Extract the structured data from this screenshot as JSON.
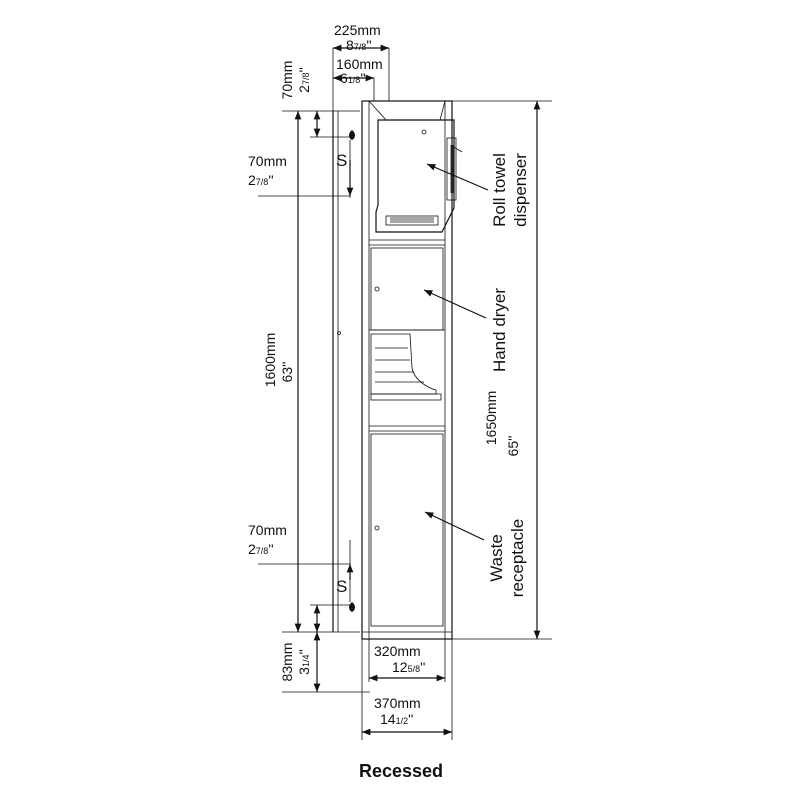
{
  "caption": "Recessed",
  "dimensions": {
    "depth_total": {
      "mm": "225mm",
      "in_whole": "8",
      "in_frac": "7/8",
      "in_mark": "''"
    },
    "depth_inner": {
      "mm": "160mm",
      "in_whole": "6",
      "in_frac": "1/8",
      "in_mark": "''"
    },
    "top_offset": {
      "mm": "70mm",
      "in_whole": "2",
      "in_frac": "7/8",
      "in_mark": "''"
    },
    "upper_anchor": {
      "mm": "70mm",
      "in_whole": "2",
      "in_frac": "7/8",
      "in_mark": "''"
    },
    "height_inner": {
      "mm": "1600mm",
      "in": "63''"
    },
    "lower_anchor": {
      "mm": "70mm",
      "in_whole": "2",
      "in_frac": "7/8",
      "in_mark": "''"
    },
    "bottom_offset": {
      "mm": "83mm",
      "in_whole": "3",
      "in_frac": "1/4",
      "in_mark": "''"
    },
    "height_total": {
      "mm": "1650mm",
      "in": "65''"
    },
    "width_inner": {
      "mm": "320mm",
      "in_whole": "12",
      "in_frac": "5/8",
      "in_mark": "''"
    },
    "width_total": {
      "mm": "370mm",
      "in_whole": "14",
      "in_frac": "1/2",
      "in_mark": "''"
    }
  },
  "components": {
    "towel": {
      "line1": "Roll towel",
      "line2": "dispenser"
    },
    "dryer": {
      "line1": "Hand dryer"
    },
    "waste": {
      "line1": "Waste",
      "line2": "receptacle"
    }
  },
  "symbols": {
    "anchor_mark": "S",
    "anchor_icon": "screw-anchor-icon"
  }
}
